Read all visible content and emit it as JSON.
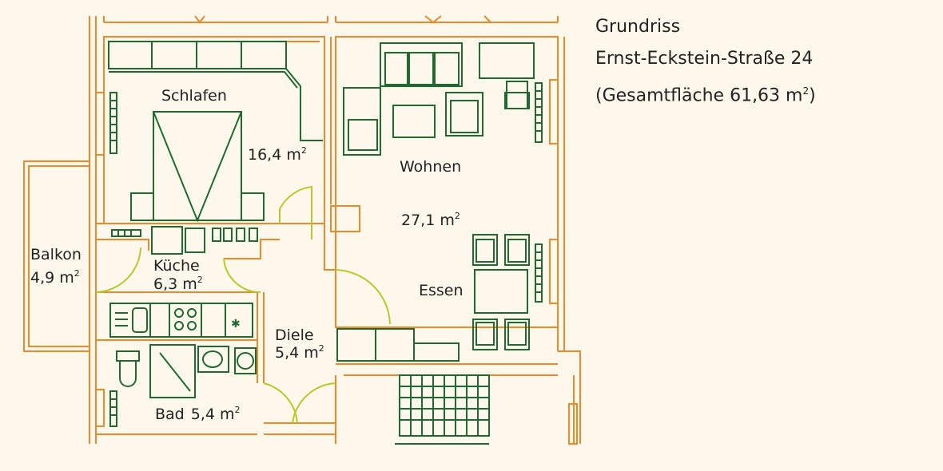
{
  "caption": {
    "title": "Grundriss",
    "address": "Ernst-Eckstein-Straße 24",
    "total_area": "(Gesamtfläche 61,63 m",
    "total_sup": "2",
    "total_close": ")"
  },
  "rooms": {
    "schlafen": {
      "name": "Schlafen",
      "area": "16,4 m"
    },
    "wohnen": {
      "name": "Wohnen",
      "area": "27,1 m"
    },
    "essen": {
      "name": "Essen"
    },
    "balkon": {
      "name": "Balkon",
      "area": "4,9 m"
    },
    "kueche": {
      "name": "Küche",
      "area": "6,3 m"
    },
    "diele": {
      "name": "Diele",
      "area": "5,4 m"
    },
    "bad": {
      "name": "Bad",
      "area": "5,4 m"
    }
  },
  "unit_sup": "2",
  "colors": {
    "walls": "#ec8a2a",
    "furniture": "#1d6b2e",
    "doors": "#b7c92a",
    "background": "#fef8ec"
  }
}
